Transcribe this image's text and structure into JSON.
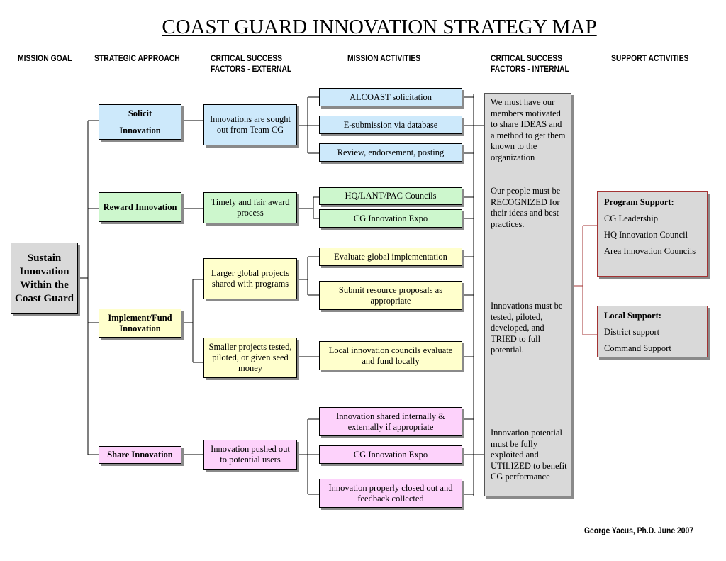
{
  "title": "COAST GUARD INNOVATION STRATEGY MAP",
  "headers": {
    "mission_goal": "MISSION GOAL",
    "strategic_approach": "STRATEGIC APPROACH",
    "csf_external_1": "CRITICAL SUCCESS",
    "csf_external_2": "FACTORS - EXTERNAL",
    "mission_activities": "MISSION ACTIVITIES",
    "csf_internal_1": "CRITICAL SUCCESS",
    "csf_internal_2": "FACTORS - INTERNAL",
    "support_activities": "SUPPORT  ACTIVITIES"
  },
  "mission_goal": "Sustain Innovation Within the Coast Guard",
  "strategies": {
    "solicit_1": "Solicit",
    "solicit_2": "Innovation",
    "reward": "Reward Innovation",
    "implement": "Implement/Fund Innovation",
    "share": "Share Innovation"
  },
  "external_factors": {
    "solicit": "Innovations are sought out from Team CG",
    "reward": "Timely and fair award process",
    "larger": "Larger global projects shared with programs",
    "smaller": "Smaller projects tested, piloted, or given seed money",
    "share": "Innovation pushed out to potential users"
  },
  "activities": {
    "alcoast": "ALCOAST solicitation",
    "esubmission": "E-submission via database",
    "review": "Review, endorsement, posting",
    "councils": "HQ/LANT/PAC Councils",
    "expo_reward": "CG Innovation Expo",
    "evaluate": "Evaluate global implementation",
    "submit": "Submit resource proposals as appropriate",
    "local": "Local innovation councils evaluate and fund locally",
    "shared": "Innovation shared internally & externally if appropriate",
    "expo_share": "CG Innovation Expo",
    "closed": "Innovation properly closed out and feedback collected"
  },
  "internal_factors": {
    "motivated": "We must have our members motivated to share IDEAS and a method to get them known to the organization",
    "recognized": "Our people must be RECOGNIZED for their ideas and best practices.",
    "tried": "Innovations must be tested, piloted, developed, and TRIED to full potential.",
    "utilized": "Innovation potential must be fully exploited and UTILIZED to benefit CG performance"
  },
  "support": {
    "program_title": "Program Support:",
    "program_items": [
      "CG Leadership",
      "HQ Innovation Council",
      "Area Innovation Councils"
    ],
    "local_title": "Local  Support:",
    "local_items": [
      "District support",
      "Command Support"
    ]
  },
  "credit": "George Yacus, Ph.D. June 2007",
  "colors": {
    "solicit": "#cde9fb",
    "reward": "#cdf7cd",
    "implement": "#ffffcc",
    "share": "#fdd2fb",
    "internal": "#d9d9d9",
    "support_border": "#a33333"
  }
}
